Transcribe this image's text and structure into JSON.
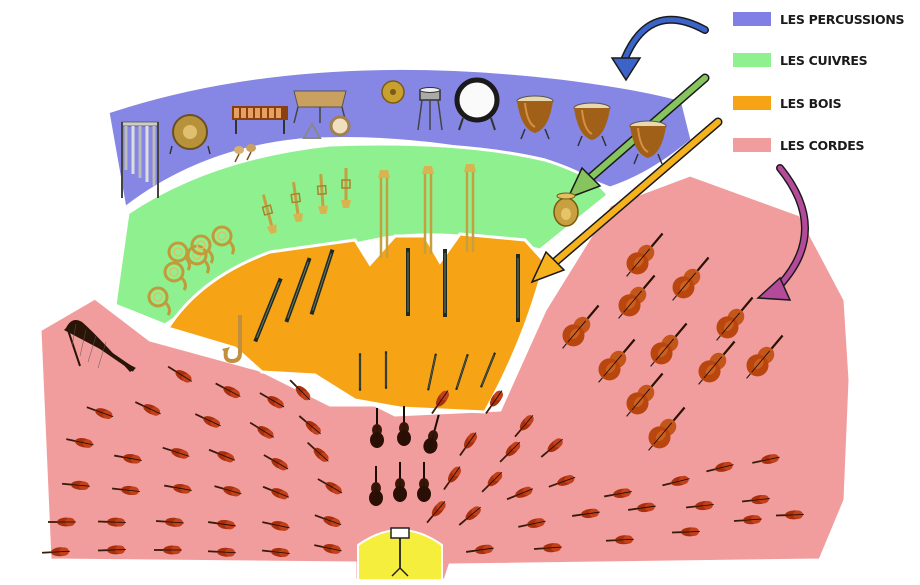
{
  "legend": [
    {
      "label": "LES PERCUSSIONS",
      "color": "#7f7fe6"
    },
    {
      "label": "LES CUIVRES",
      "color": "#8ff08f"
    },
    {
      "label": "LES BOIS",
      "color": "#f6a316"
    },
    {
      "label": "LES CORDES",
      "color": "#f29d9d"
    }
  ],
  "sections": {
    "percussion": {
      "color": "#8686e4",
      "icons": [
        "tubular-bells-icon",
        "gong-icon",
        "marimba-icon",
        "xylophone-icon",
        "triangle-icon",
        "tambourine-icon",
        "maracas-icon",
        "cymbal-icon",
        "snare-drum-icon",
        "bass-drum-icon",
        "timpani-icon"
      ]
    },
    "brass": {
      "color": "#8ff08f",
      "icons": [
        "french-horn-icon",
        "trumpet-icon",
        "trombone-icon",
        "tuba-icon"
      ]
    },
    "woodwinds": {
      "color": "#f6a316",
      "icons": [
        "saxophone-icon",
        "bassoon-icon",
        "clarinet-icon",
        "oboe-icon",
        "flute-icon",
        "piccolo-icon"
      ]
    },
    "strings": {
      "color": "#f29d9d",
      "icons": [
        "harp-icon",
        "violin-icon",
        "viola-icon",
        "cello-icon",
        "double-bass-icon"
      ]
    },
    "conductor": {
      "color": "#f5ee3c",
      "icons": [
        "music-stand-icon"
      ]
    }
  },
  "arrows": [
    {
      "name": "percussion-arrow",
      "color": "#3c64c8"
    },
    {
      "name": "brass-arrow",
      "color": "#86c45e"
    },
    {
      "name": "woodwinds-arrow",
      "color": "#f6b21c"
    },
    {
      "name": "strings-arrow",
      "color": "#b44a9a"
    }
  ]
}
